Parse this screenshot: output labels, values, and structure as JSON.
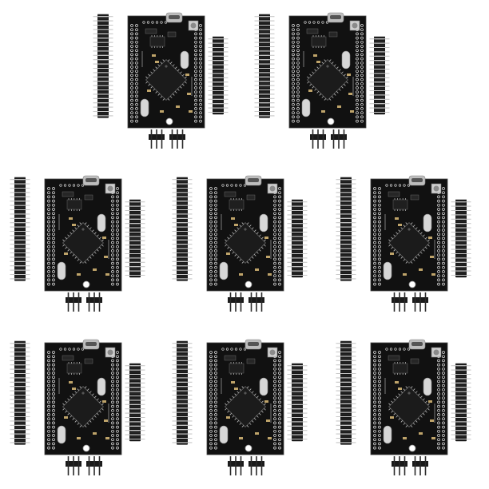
{
  "image": {
    "background": "#ffffff",
    "subject": "pcb-module-kit",
    "kit_count": 8,
    "rows": [
      2,
      3,
      3
    ],
    "board_color": "#111111",
    "pin_color": "#1a1a1a",
    "pin_metal_color": "#c8c8c8",
    "silk_color": "#e6e6e6"
  }
}
